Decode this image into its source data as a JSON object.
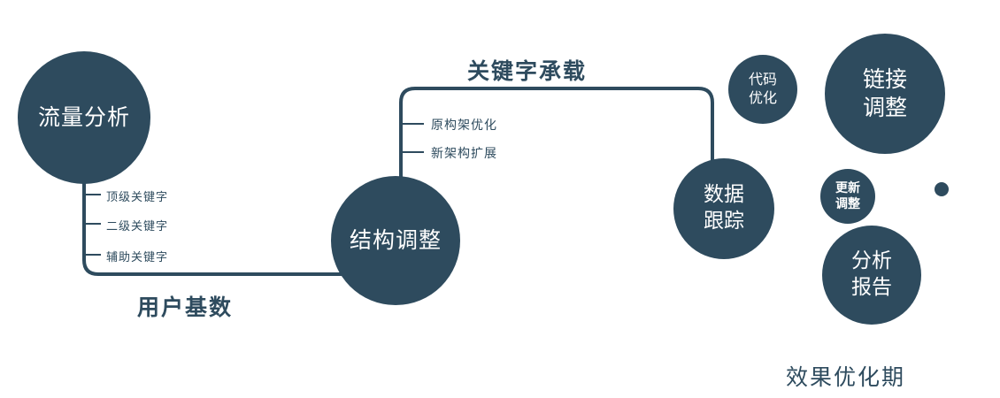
{
  "colors": {
    "primary": "#2e4b5e",
    "background": "#ffffff",
    "text_on_circle": "#ffffff"
  },
  "nodes": {
    "traffic": {
      "label": "流量分析"
    },
    "structure": {
      "label": "结构调整"
    },
    "tracking": {
      "line1": "数据",
      "line2": "跟踪"
    },
    "code": {
      "line1": "代码",
      "line2": "优化"
    },
    "link": {
      "line1": "链接",
      "line2": "调整"
    },
    "update": {
      "line1": "更新",
      "line2": "调整"
    },
    "report": {
      "line1": "分析",
      "line2": "报告"
    }
  },
  "edge_labels": {
    "user_base": "用户基数",
    "keyword_carry": "关键字承载"
  },
  "branches": {
    "traffic": [
      "顶级关键字",
      "二级关键字",
      "辅助关键字"
    ],
    "structure": [
      "原构架优化",
      "新架构扩展"
    ]
  },
  "footer": {
    "phase_label": "效果优化期"
  }
}
